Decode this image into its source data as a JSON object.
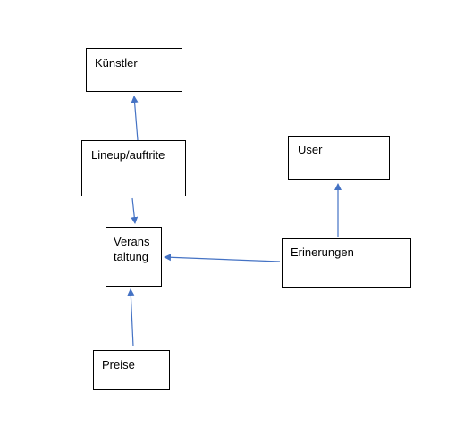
{
  "colors": {
    "arrow": "#4472c4",
    "border": "#000000",
    "text": "#000000",
    "background": "#ffffff"
  },
  "nodes": {
    "kuenstler": {
      "label": "Künstler"
    },
    "lineup": {
      "label": "Lineup/auftrite"
    },
    "veranstaltung": {
      "label_line1": "Verans",
      "label_line2": "taltung"
    },
    "preise": {
      "label": "Preise"
    },
    "user": {
      "label": "User"
    },
    "erinerungen": {
      "label": "Erinerungen"
    }
  },
  "edges": [
    {
      "from": "lineup",
      "to": "kuenstler"
    },
    {
      "from": "lineup",
      "to": "veranstaltung"
    },
    {
      "from": "preise",
      "to": "veranstaltung"
    },
    {
      "from": "erinerungen",
      "to": "veranstaltung"
    },
    {
      "from": "erinerungen",
      "to": "user"
    }
  ]
}
